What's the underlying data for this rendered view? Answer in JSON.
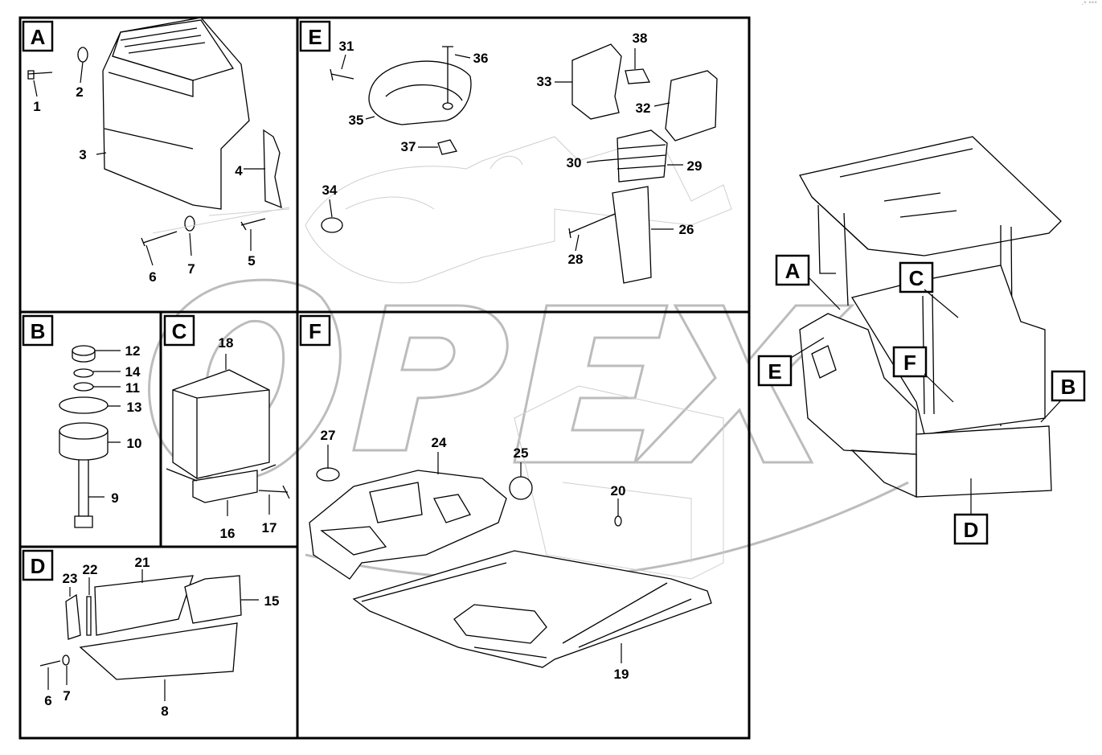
{
  "sections": {
    "A": {
      "letter": "A",
      "parts": [
        "1",
        "2",
        "3",
        "4",
        "5",
        "6",
        "7"
      ]
    },
    "B": {
      "letter": "B",
      "parts": [
        "12",
        "14",
        "11",
        "13",
        "10",
        "9"
      ]
    },
    "C": {
      "letter": "C",
      "parts": [
        "18",
        "16",
        "17"
      ]
    },
    "D": {
      "letter": "D",
      "parts": [
        "23",
        "22",
        "21",
        "15",
        "6",
        "7",
        "8"
      ]
    },
    "E": {
      "letter": "E",
      "parts": [
        "31",
        "36",
        "38",
        "33",
        "32",
        "35",
        "37",
        "30",
        "29",
        "34",
        "26",
        "28"
      ]
    },
    "F": {
      "letter": "F",
      "parts": [
        "27",
        "24",
        "25",
        "20",
        "19"
      ]
    }
  },
  "overview": {
    "labels": [
      "A",
      "C",
      "E",
      "F",
      "B",
      "D"
    ]
  },
  "callouts": {
    "p1": "1",
    "p2": "2",
    "p3": "3",
    "p4": "4",
    "p5": "5",
    "p6a": "6",
    "p7a": "7",
    "p12": "12",
    "p14": "14",
    "p11": "11",
    "p13": "13",
    "p10": "10",
    "p9": "9",
    "p18": "18",
    "p16": "16",
    "p17": "17",
    "p23": "23",
    "p22": "22",
    "p21": "21",
    "p15": "15",
    "p6b": "6",
    "p7b": "7",
    "p8": "8",
    "p31": "31",
    "p36": "36",
    "p38": "38",
    "p33": "33",
    "p32": "32",
    "p35": "35",
    "p37": "37",
    "p30": "30",
    "p29": "29",
    "p34": "34",
    "p26": "26",
    "p28": "28",
    "p27": "27",
    "p24": "24",
    "p25": "25",
    "p20": "20",
    "p19": "19"
  },
  "watermark": {
    "text": "OPEX"
  },
  "corner_mark": "·° °°°"
}
